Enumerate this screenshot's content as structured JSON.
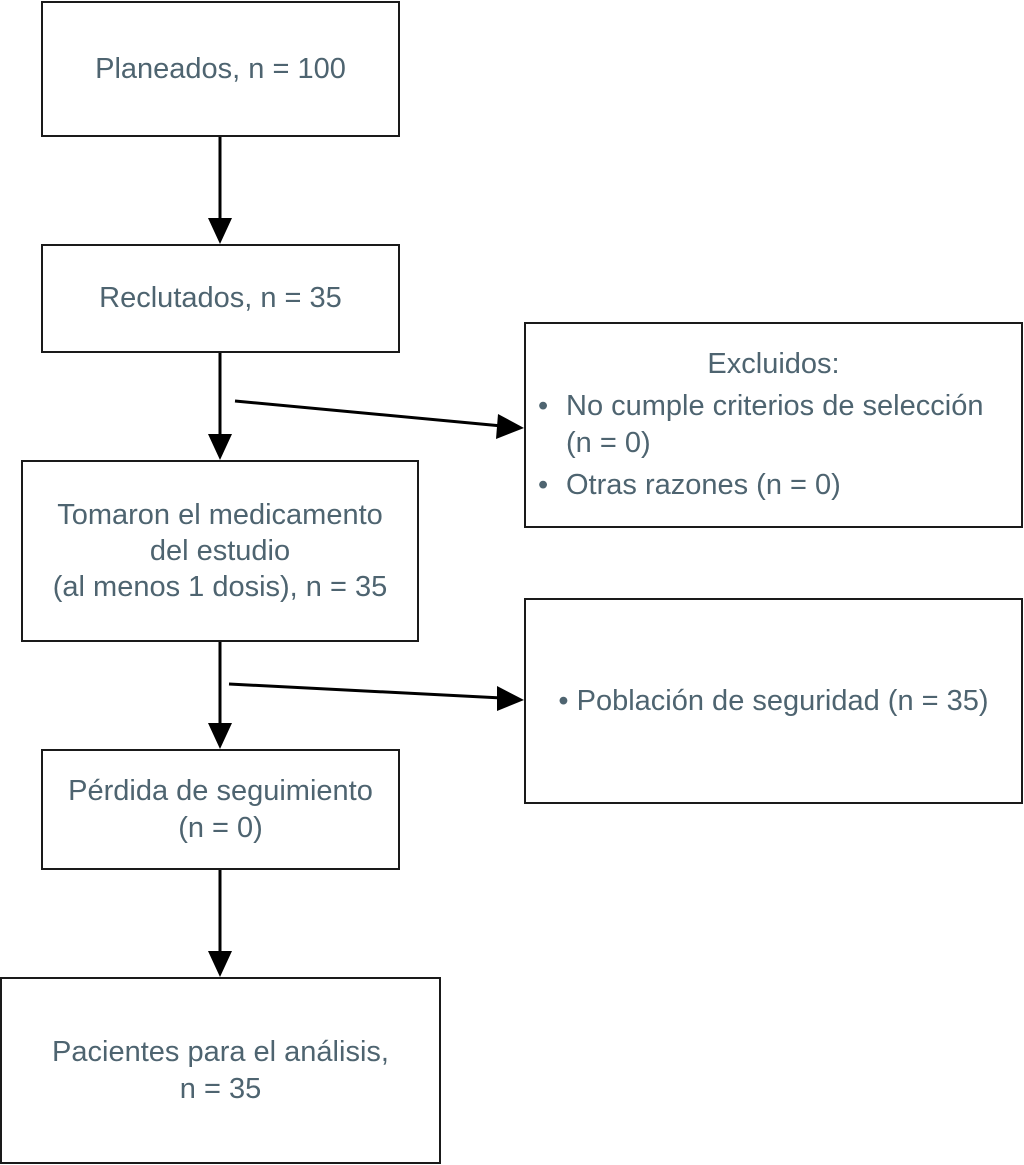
{
  "planned": {
    "text": "Planeados, n = 100"
  },
  "recruited": {
    "text": "Reclutados, n = 35"
  },
  "excluded": {
    "title": "Excluidos:",
    "items": [
      {
        "bullet": "•",
        "line1": "No cumple criterios de selección",
        "line2": "(n = 0)"
      },
      {
        "bullet": "•",
        "line1": "Otras razones (n = 0)"
      }
    ]
  },
  "took_drug": {
    "line1": "Tomaron el medicamento",
    "line2": "del estudio",
    "line3": "(al menos 1 dosis), n = 35"
  },
  "safety": {
    "text": "• Población de seguridad (n = 35)"
  },
  "lost": {
    "line1": "Pérdida de seguimiento",
    "line2": "(n = 0)"
  },
  "analysis": {
    "line1": "Pacientes para el análisis,",
    "line2": "n = 35"
  },
  "colors": {
    "text": "#4e6470",
    "border": "#1a1a1a",
    "arrow": "#000000"
  }
}
